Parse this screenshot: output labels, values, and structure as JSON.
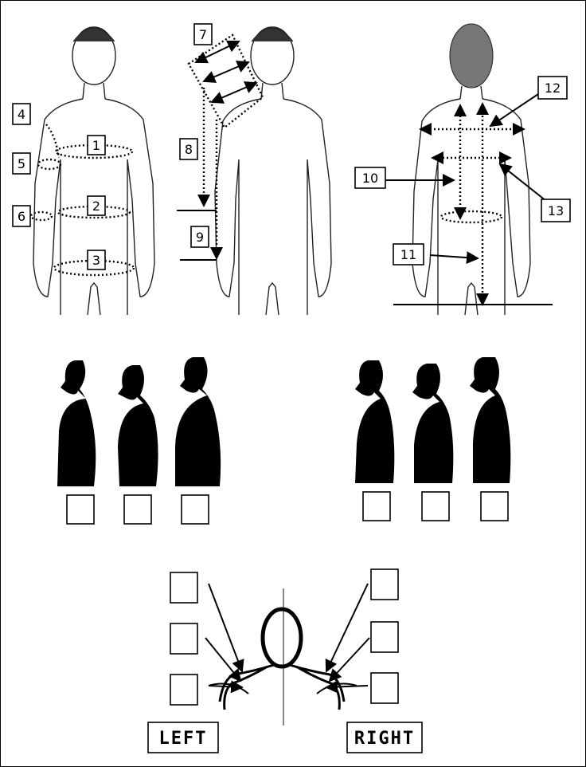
{
  "measurement_labels": [
    "1",
    "2",
    "3",
    "4",
    "5",
    "6",
    "7",
    "8",
    "9",
    "10",
    "11",
    "12",
    "13"
  ],
  "posture_checkboxes_count": 6,
  "shoulder_checkboxes_count": 6,
  "side_labels": {
    "left": "LEFT",
    "right": "RIGHT"
  }
}
